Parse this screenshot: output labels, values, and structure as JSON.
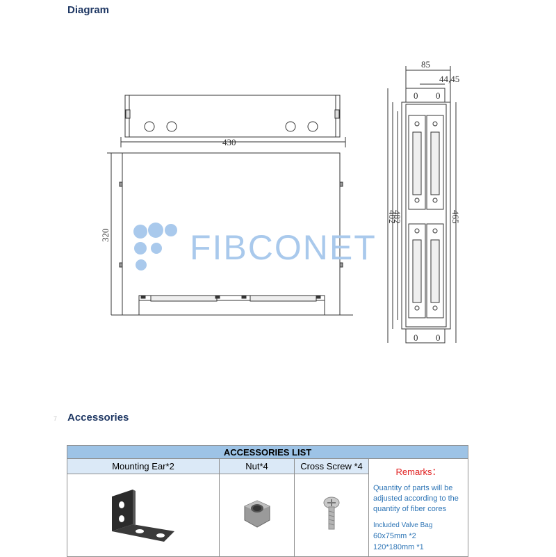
{
  "headings": {
    "diagram": "Diagram",
    "accessories": "Accessories",
    "page_number": "7"
  },
  "diagram": {
    "front_width": "430",
    "front_height": "320",
    "side_width": "85",
    "side_inner": "44,45",
    "side_len_1": "402",
    "side_len_2": "482",
    "side_len_3": "465",
    "hole_label": "0"
  },
  "logo": {
    "text": "FIBCONET",
    "color": "#a9c9ec"
  },
  "accessories": {
    "title": "ACCESSORIES LIST",
    "columns": [
      "Mounting Ear*2",
      "Nut*4",
      "Cross Screw *4"
    ],
    "remarks_title": "Remarks：",
    "remarks_body": "Quantity of parts will be adjusted according to the quantity of fiber cores",
    "valve_title": "Included Valve Bag",
    "valve_sizes": [
      "60x75mm *2",
      "120*180mm *1"
    ]
  },
  "colors": {
    "heading": "#1f3864",
    "table_title_bg": "#9dc3e6",
    "table_header_bg": "#dbe9f7",
    "remarks_red": "#e02020",
    "remarks_blue": "#2e75b6"
  }
}
